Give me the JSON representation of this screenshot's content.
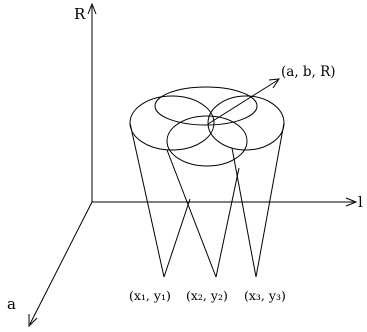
{
  "axes": {
    "vertical_label": "R",
    "horizontal_label": "l",
    "depth_label": "a"
  },
  "annotation": {
    "label": "(a, b, R)"
  },
  "points": [
    {
      "label": "(x₁, y₁)"
    },
    {
      "label": "(x₂, y₂)"
    },
    {
      "label": "(x₃, y₃)"
    }
  ],
  "colors": {
    "stroke": "#000000",
    "background": "#ffffff"
  }
}
